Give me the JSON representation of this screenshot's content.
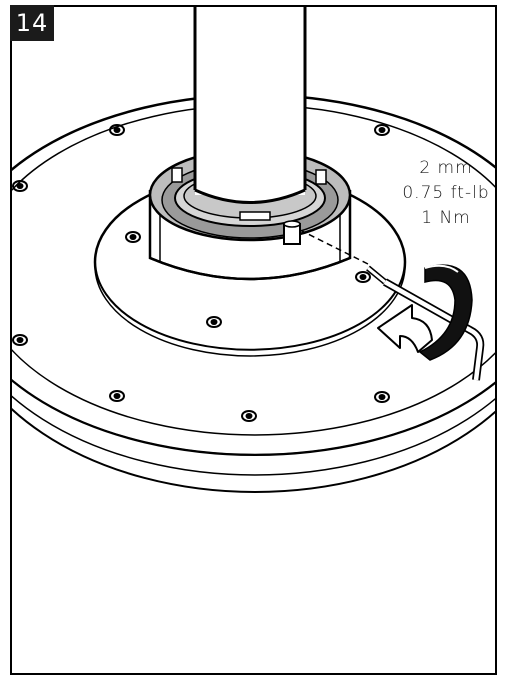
{
  "step": {
    "number": "14"
  },
  "spec": {
    "hex_size": "2 mm",
    "torque_imperial": "0.75 ft-lb",
    "torque_metric": "1 Nm"
  }
}
